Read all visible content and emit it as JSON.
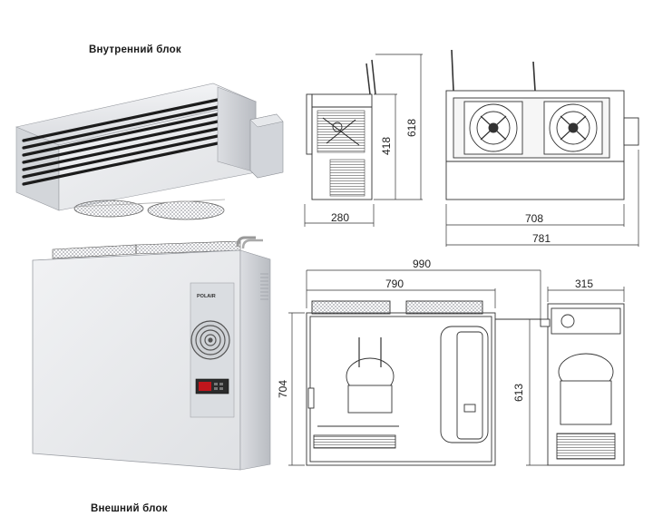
{
  "labels": {
    "indoor_unit": "Внутренний блок",
    "outdoor_unit": "Внешний блок"
  },
  "brand_logo": "POLAIR",
  "dimensions": {
    "indoor_side_width": "280",
    "indoor_side_height_inner": "418",
    "indoor_side_height_total": "618",
    "indoor_front_width_body": "708",
    "indoor_front_width_total": "781",
    "outdoor_total_width": "990",
    "outdoor_body_width": "790",
    "outdoor_side_depth": "315",
    "outdoor_height": "704",
    "outdoor_side_height": "613"
  },
  "colors": {
    "line": "#333333",
    "cabinet": "#e9ebee",
    "cabinet_shade": "#c9ccd1",
    "fin_dark": "#1e1e1e",
    "display_red": "#c0161c"
  }
}
